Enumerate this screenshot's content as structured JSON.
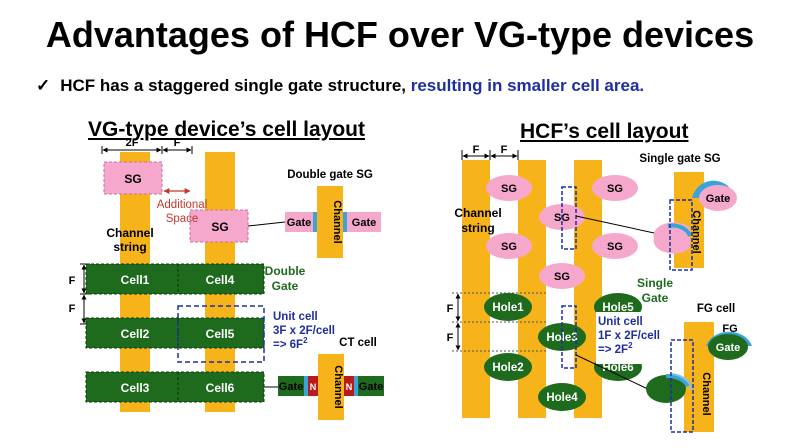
{
  "title": "Advantages of HCF over VG-type devices",
  "bullet": {
    "check": "✓",
    "text_black": "HCF has a staggered single gate structure, ",
    "text_blue": "resulting in smaller cell area."
  },
  "left": {
    "heading": "VG-type device’s cell layout",
    "dim_2f": "2F",
    "dim_f": "F",
    "sg": "SG",
    "additional_line1": "Additional",
    "additional_line2": "Space",
    "channel_line1": "Channel",
    "channel_line2": "string",
    "cells": [
      "Cell1",
      "Cell4",
      "Cell2",
      "Cell5",
      "Cell3",
      "Cell6"
    ],
    "double_gate_line1": "Double",
    "double_gate_line2": "Gate",
    "unit_cell_line1": "Unit cell",
    "unit_cell_line2": "3F x 2F/cell",
    "unit_cell_line3": "=> 6F",
    "superscript_2": "2",
    "double_gate_sg": "Double gate SG",
    "gate": "Gate",
    "channel": "Channel",
    "ct_cell": "CT cell",
    "n": "N"
  },
  "right": {
    "heading": "HCF’s cell layout",
    "dim_f": "F",
    "sg": "SG",
    "channel_line1": "Channel",
    "channel_line2": "string",
    "single_gate_sg": "Single gate SG",
    "gate": "Gate",
    "channel": "Channel",
    "single_gate_line1": "Single",
    "single_gate_line2": "Gate",
    "holes": [
      "Hole1",
      "Hole5",
      "Hole3",
      "Hole2",
      "Hole6",
      "Hole4"
    ],
    "unit_cell_line1": "Unit cell",
    "unit_cell_line2": "1F x 2F/cell",
    "unit_cell_line3": "=> 2F",
    "superscript_2": "2",
    "fg_cell": "FG cell",
    "fg": "FG"
  }
}
